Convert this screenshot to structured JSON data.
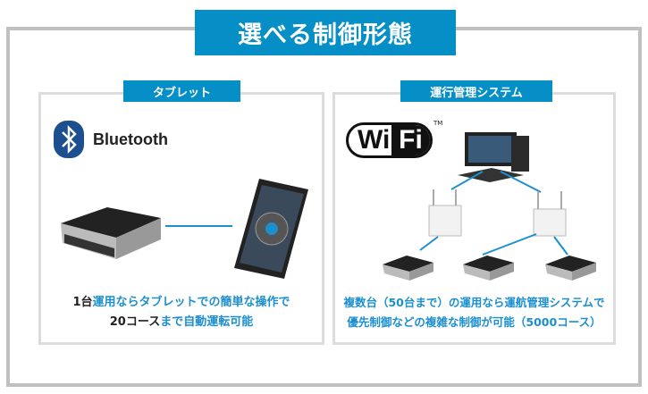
{
  "title": "選べる制御形態",
  "tablet_panel": {
    "tag": "タブレット",
    "logo_label": "Bluetooth",
    "caption": {
      "line1_black": "1台",
      "line1_blue": "運用ならタブレットでの簡単な操作で",
      "line2_black": "20コース",
      "line2_blue": "まで自動運転可能"
    }
  },
  "system_panel": {
    "tag": "運行管理システム",
    "logo": {
      "wi": "Wi",
      "fi": "Fi",
      "tm": "TM"
    },
    "caption": {
      "line1": "複数台（50台まで）の運用なら運航管理システムで",
      "line2": "優先制御などの複雑な制御が可能（5000コース）"
    }
  },
  "colors": {
    "accent": "#058fc6",
    "frame": "#c0c0c2",
    "caption_blue": "#1c8fcf"
  }
}
